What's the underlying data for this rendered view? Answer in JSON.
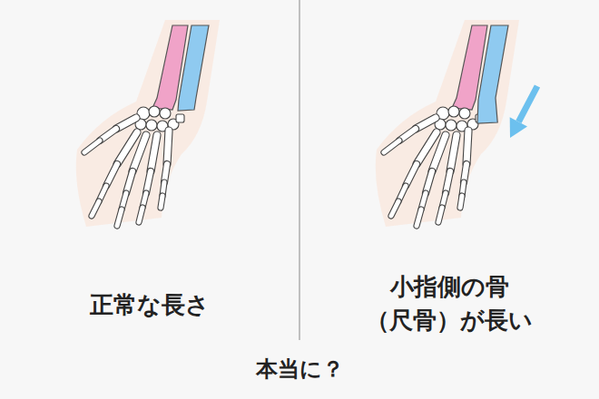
{
  "diagram": {
    "labels": [
      "正常な長さ",
      "小指側の骨 （尺骨）が長い",
      "本当に？"
    ]
  }
}
